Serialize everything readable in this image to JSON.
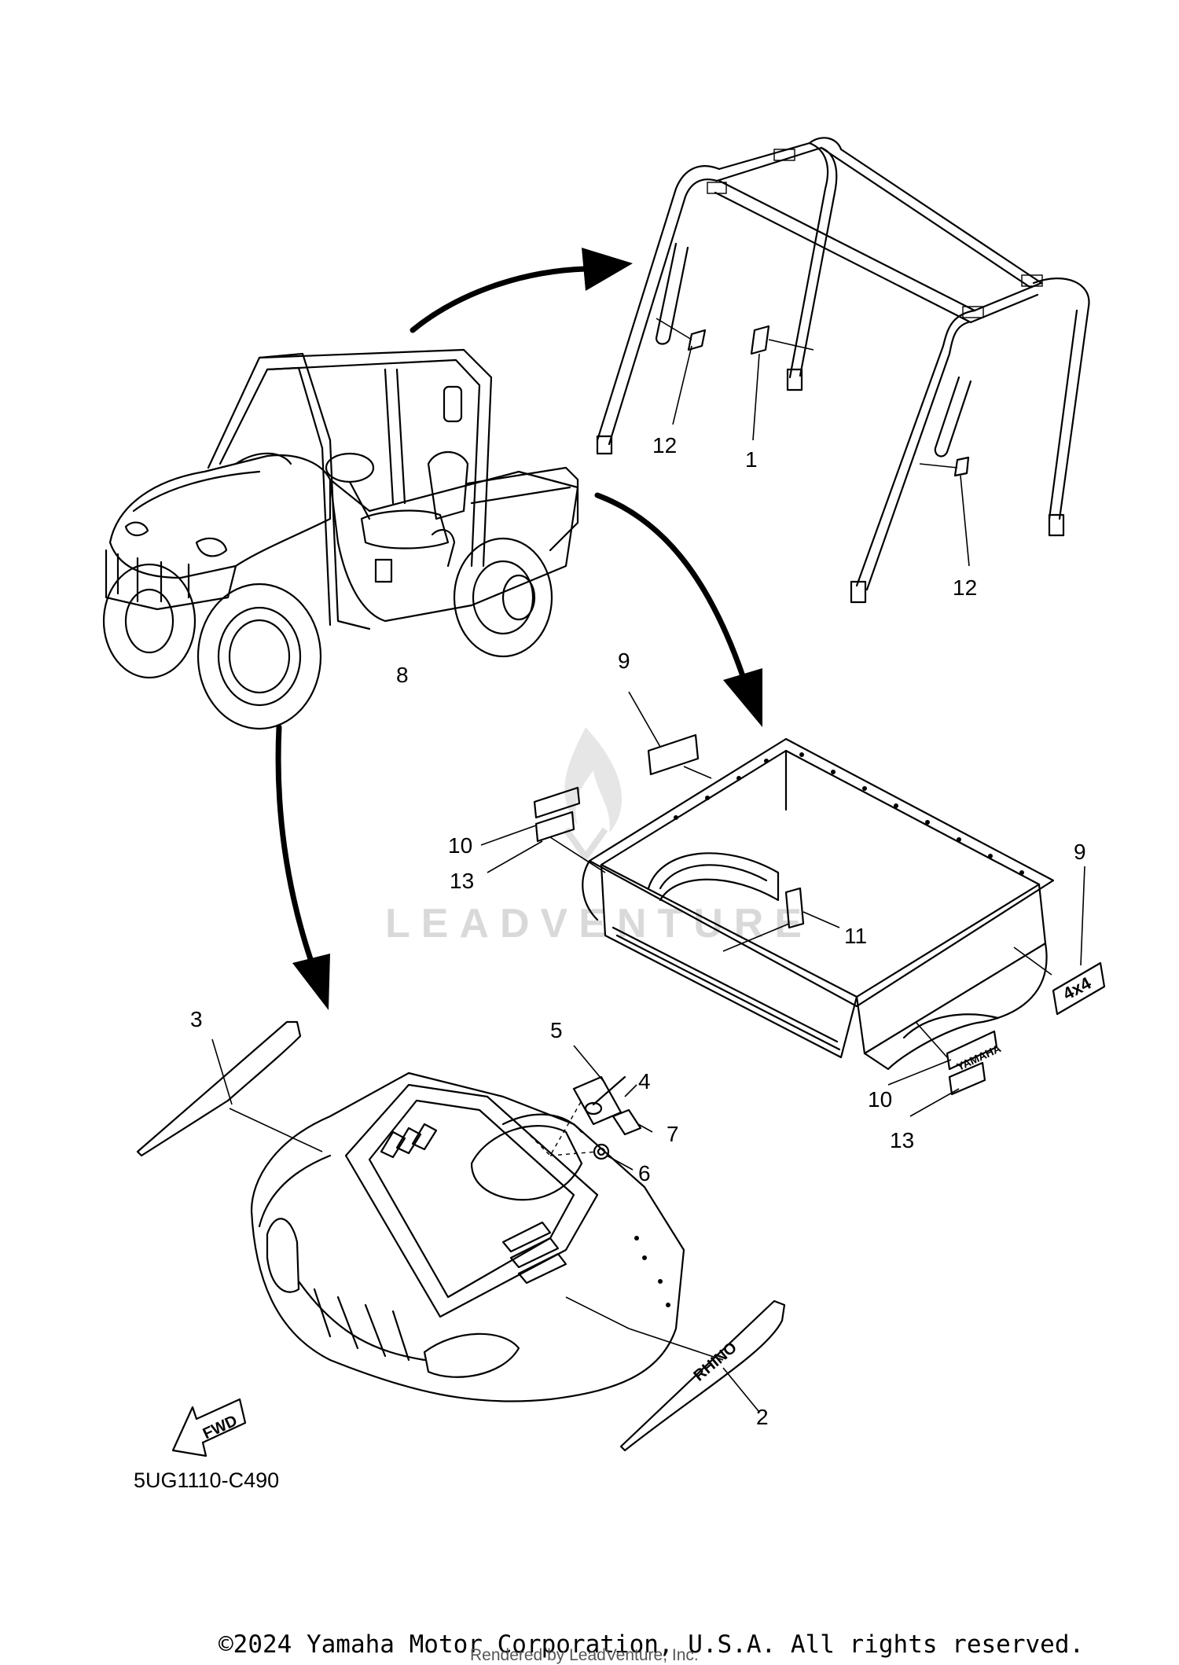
{
  "diagram": {
    "code": "5UG1110-C490",
    "fwd_label": "FWD",
    "watermark": "LEADVENTURE",
    "decal_texts": {
      "yamaha": "YAMAHA",
      "four_by_four": "4x4",
      "rhino": "RHINO"
    },
    "callouts": [
      {
        "id": "c1",
        "label": "1"
      },
      {
        "id": "c2",
        "label": "2"
      },
      {
        "id": "c3",
        "label": "3"
      },
      {
        "id": "c4",
        "label": "4"
      },
      {
        "id": "c5",
        "label": "5"
      },
      {
        "id": "c6",
        "label": "6"
      },
      {
        "id": "c7",
        "label": "7"
      },
      {
        "id": "c8",
        "label": "8"
      },
      {
        "id": "c9a",
        "label": "9"
      },
      {
        "id": "c9b",
        "label": "9"
      },
      {
        "id": "c10a",
        "label": "10"
      },
      {
        "id": "c10b",
        "label": "10"
      },
      {
        "id": "c11",
        "label": "11"
      },
      {
        "id": "c12a",
        "label": "12"
      },
      {
        "id": "c12b",
        "label": "12"
      },
      {
        "id": "c13a",
        "label": "13"
      },
      {
        "id": "c13b",
        "label": "13"
      }
    ]
  },
  "footer": {
    "copyright": "©2024 Yamaha Motor Corporation, U.S.A. All rights reserved.",
    "rendered_by": "Rendered by LeadVenture, Inc."
  }
}
